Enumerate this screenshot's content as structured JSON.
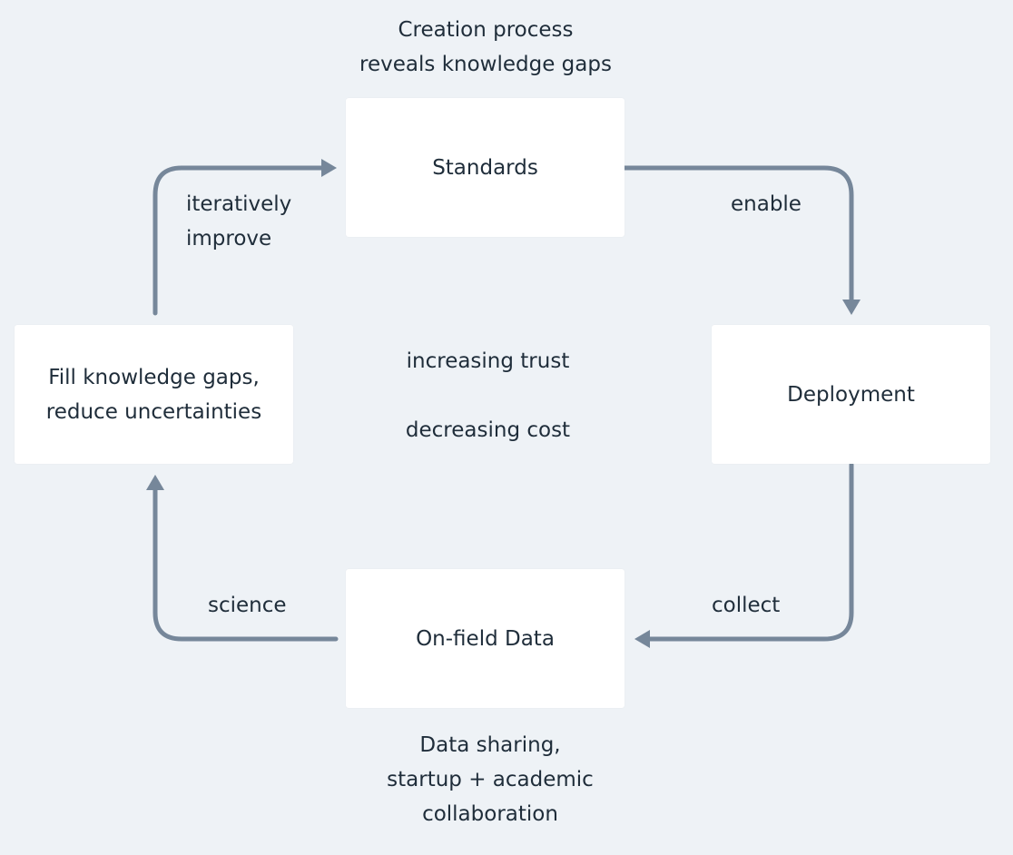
{
  "colors": {
    "background": "#eef2f6",
    "box": "#ffffff",
    "arrow": "#76879a",
    "text": "#1f2d3a"
  },
  "nodes": {
    "standards": "Standards",
    "deployment": "Deployment",
    "on_field_data": "On-field Data",
    "fill_gaps": [
      "Fill knowledge gaps,",
      "reduce uncertainties"
    ]
  },
  "edges": {
    "enable": "enable",
    "collect": "collect",
    "science": "science",
    "iteratively_improve": [
      "iteratively",
      "improve"
    ]
  },
  "annotations": {
    "creation_process": [
      "Creation process",
      "reveals knowledge gaps"
    ],
    "data_sharing": [
      "Data sharing,",
      "startup + academic",
      "collaboration"
    ],
    "center": [
      "increasing trust",
      "decreasing cost"
    ]
  }
}
